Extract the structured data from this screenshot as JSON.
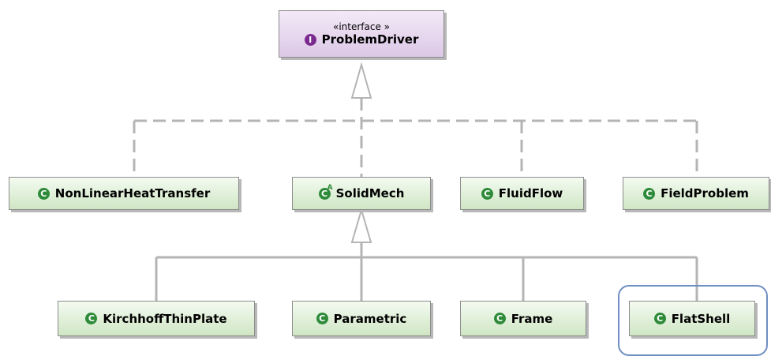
{
  "colors": {
    "class_fill": "#d8ecd0",
    "interface_fill": "#e6d6ee",
    "class_icon": "#2e8b3a",
    "interface_icon": "#7b2a8f",
    "edge": "#b4b4b4",
    "selection": "#6f8fc2"
  },
  "interface": {
    "stereotype": "«interface »",
    "name": "ProblemDriver",
    "icon": "interface-icon"
  },
  "level1": [
    {
      "name": "NonLinearHeatTransfer",
      "icon": "class-icon"
    },
    {
      "name": "SolidMech",
      "icon": "abstract-class-icon"
    },
    {
      "name": "FluidFlow",
      "icon": "class-icon"
    },
    {
      "name": "FieldProblem",
      "icon": "class-icon"
    }
  ],
  "level2": [
    {
      "name": "KirchhoffThinPlate",
      "icon": "class-icon"
    },
    {
      "name": "Parametric",
      "icon": "class-icon"
    },
    {
      "name": "Frame",
      "icon": "class-icon"
    },
    {
      "name": "FlatShell",
      "icon": "class-icon",
      "selected": true
    }
  ],
  "relations": [
    {
      "from": "NonLinearHeatTransfer",
      "to": "ProblemDriver",
      "kind": "realization"
    },
    {
      "from": "SolidMech",
      "to": "ProblemDriver",
      "kind": "realization"
    },
    {
      "from": "FluidFlow",
      "to": "ProblemDriver",
      "kind": "realization"
    },
    {
      "from": "FieldProblem",
      "to": "ProblemDriver",
      "kind": "realization"
    },
    {
      "from": "KirchhoffThinPlate",
      "to": "SolidMech",
      "kind": "generalization"
    },
    {
      "from": "Parametric",
      "to": "SolidMech",
      "kind": "generalization"
    },
    {
      "from": "Frame",
      "to": "SolidMech",
      "kind": "generalization"
    },
    {
      "from": "FlatShell",
      "to": "SolidMech",
      "kind": "generalization"
    }
  ]
}
